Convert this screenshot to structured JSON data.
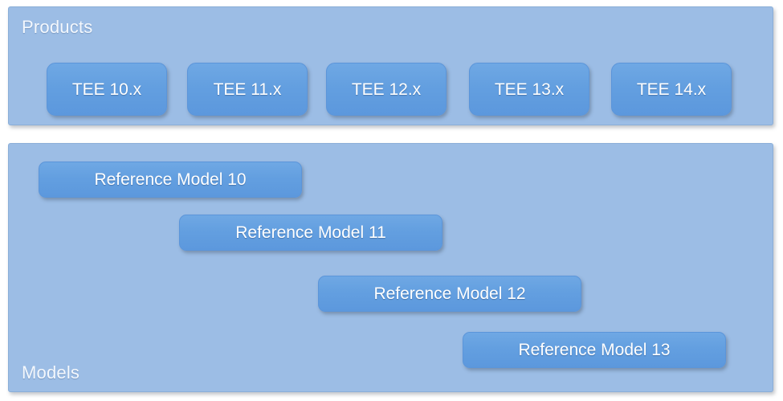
{
  "diagram": {
    "title_products": "Products",
    "title_models": "Models",
    "colors": {
      "panel_fill": "#9cbde5",
      "panel_border": "#8aaed8",
      "chip_fill": "#639fe0",
      "chip_border": "#5b95da",
      "text": "#ffffff",
      "page_background": "#ffffff"
    }
  },
  "products": {
    "label": "Products",
    "items": [
      {
        "label": "TEE 10.x"
      },
      {
        "label": "TEE 11.x"
      },
      {
        "label": "TEE 12.x"
      },
      {
        "label": "TEE 13.x"
      },
      {
        "label": "TEE 14.x"
      }
    ]
  },
  "models": {
    "label": "Models",
    "items": [
      {
        "label": "Reference Model 10"
      },
      {
        "label": "Reference Model 11"
      },
      {
        "label": "Reference Model 12"
      },
      {
        "label": "Reference Model 13"
      }
    ]
  }
}
